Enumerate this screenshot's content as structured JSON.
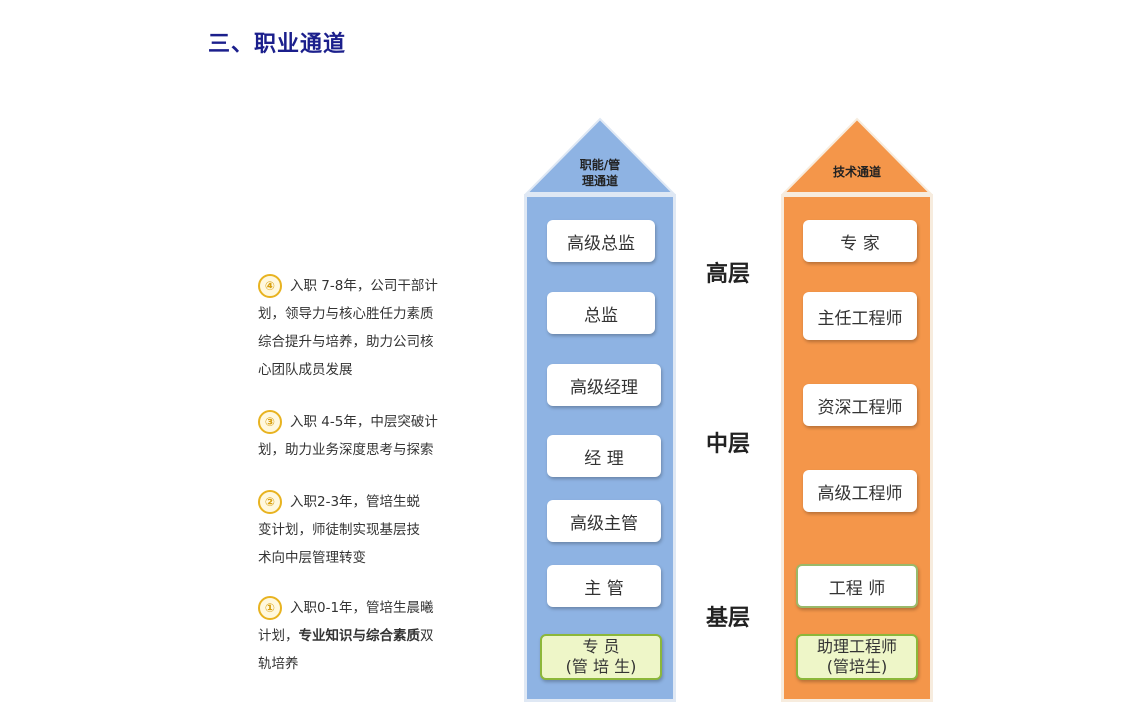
{
  "title": "三、职业通道",
  "descriptions": [
    {
      "num": "④",
      "text": "入职 7-8年，公司干部计划，领导力与核心胜任力素质综合提升与培养，助力公司核心团队成员发展",
      "lines": [
        "入职 7-8年，公司干部计",
        "划，领导力与核心胜任力素质",
        "综合提升与培养，助力公司核",
        "心团队成员发展"
      ]
    },
    {
      "num": "③",
      "text": "入职 4-5年，中层突破计划，助力业务深度思考与探索",
      "lines": [
        "入职 4-5年，中层突破计",
        "划，助力业务深度思考与探索"
      ]
    },
    {
      "num": "②",
      "text": "入职2-3年，管培生蜕变计划，师徒制实现基层技术向中层管理转变",
      "lines": [
        "入职2-3年，管培生蜕",
        "变计划，师徒制实现基层技",
        "术向中层管理转变"
      ]
    },
    {
      "num": "①",
      "text": "入职0-1年，管培生晨曦计划，专业知识与综合素质双轨培养",
      "lines": [
        "入职0-1年，管培生晨曦",
        "计划，",
        "专业知识与综合素质",
        "双",
        "轨培养"
      ]
    }
  ],
  "mgmt_channel": {
    "label_line1": "职能/管",
    "label_line2": "理通道",
    "positions": [
      "高级总监",
      "总监",
      "高级经理",
      "经 理",
      "高级主管",
      "主 管"
    ],
    "entry_line1": "专 员",
    "entry_line2": "(管 培 生)"
  },
  "tech_channel": {
    "label": "技术通道",
    "positions": [
      "专 家",
      "主任工程师",
      "资深工程师",
      "高级工程师",
      "工程 师"
    ],
    "entry_line1": "助理工程师",
    "entry_line2": "(管培生)"
  },
  "levels": {
    "high": "高层",
    "mid": "中层",
    "base": "基层"
  },
  "colors": {
    "title": "#1b1f8c",
    "mgmt_column": "#8eb3e3",
    "tech_column": "#f4964a",
    "entry_box": "#eef6c8",
    "number_badge": "#e8b320"
  }
}
